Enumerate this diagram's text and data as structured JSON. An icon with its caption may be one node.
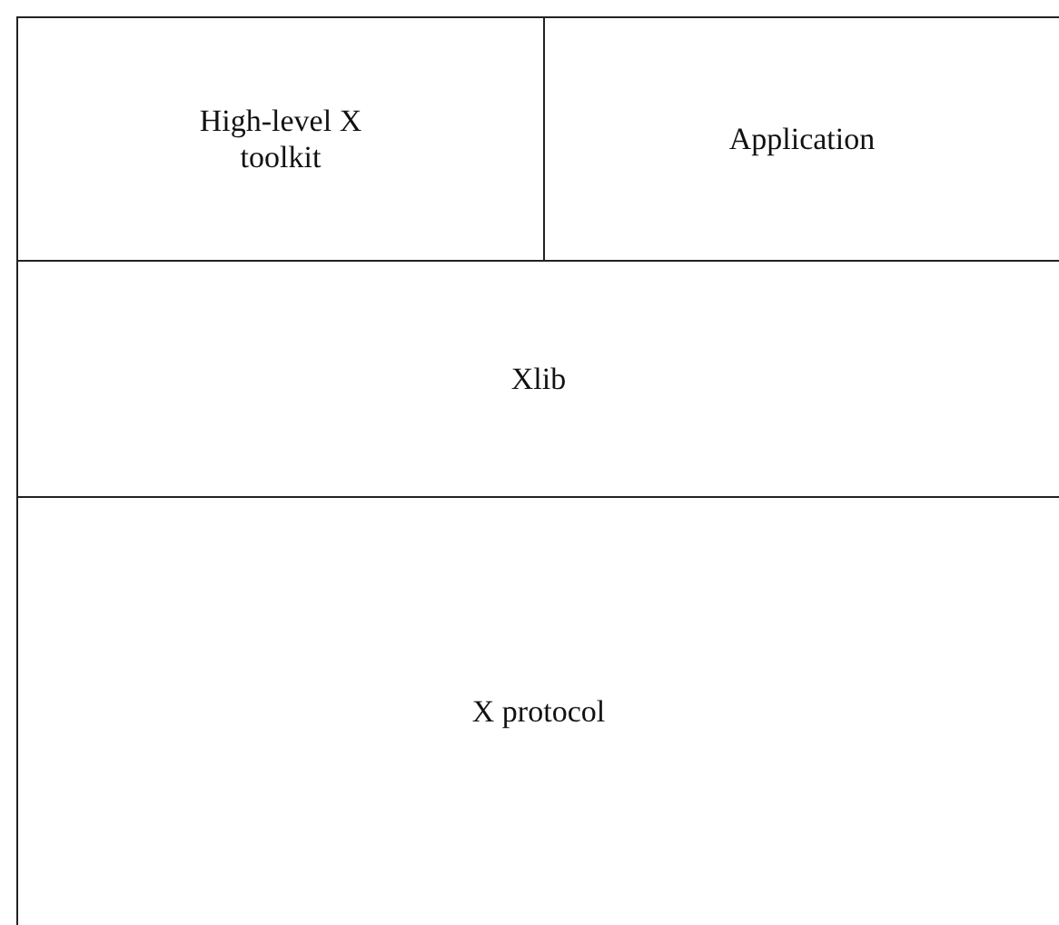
{
  "diagram": {
    "nodes": [
      {
        "text": [
          "High-level X toolkit"
        ]
      },
      {
        "text": [
          "Application"
        ]
      },
      {
        "text": [
          "Xlib"
        ]
      },
      {
        "text": [
          "X protocol"
        ]
      }
    ]
  }
}
